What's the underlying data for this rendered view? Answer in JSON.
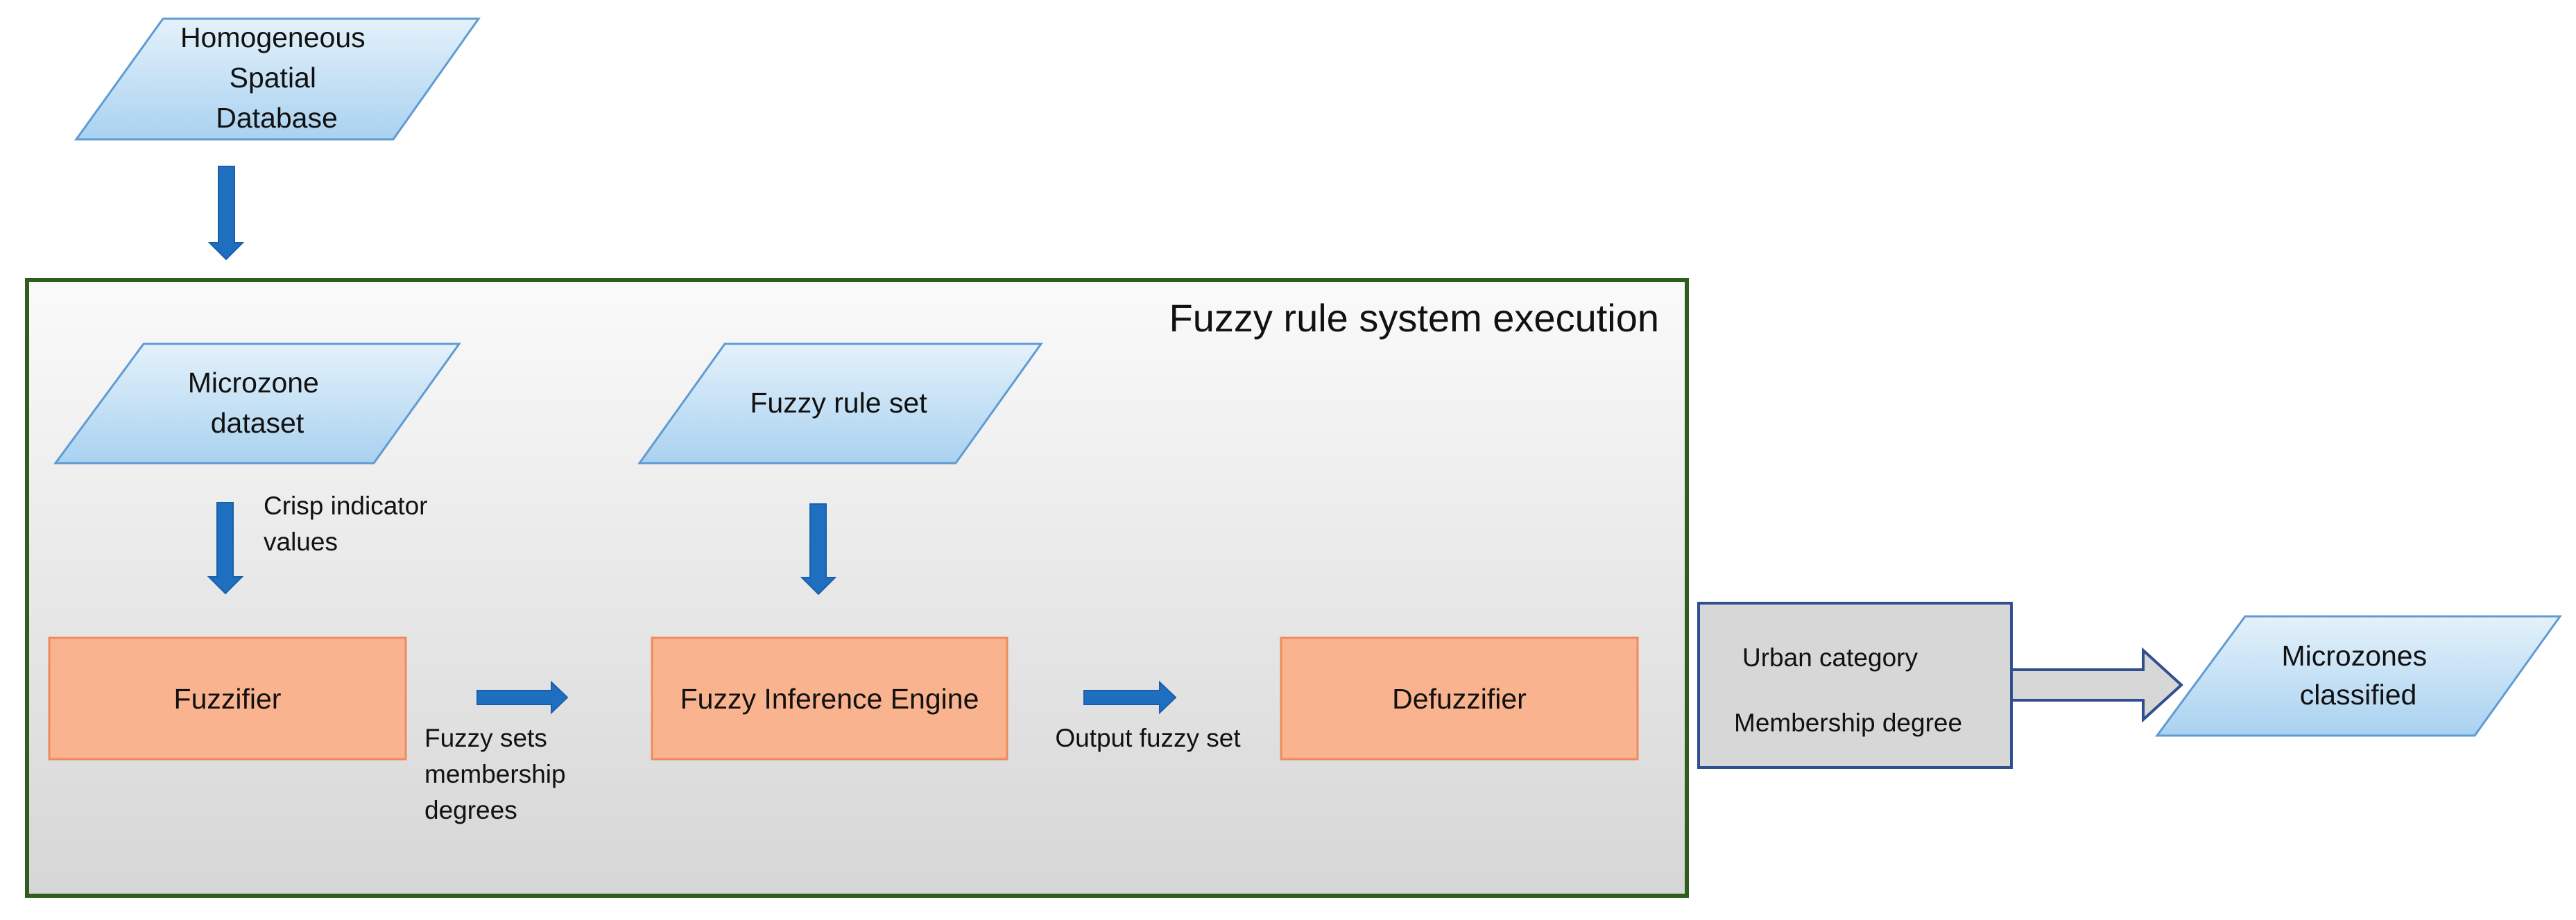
{
  "colors": {
    "data_fill_light": "#e4f1fb",
    "data_fill_dark": "#a9d2f0",
    "data_stroke": "#5f9bd3",
    "process_fill": "#f9b38f",
    "process_stroke": "#ee8b5d",
    "frame_stroke": "#2f5d1e",
    "frame_fill_top": "#fafafa",
    "frame_fill_bottom": "#d6d6d6",
    "arrow_blue": "#1f6fc0",
    "output_fill": "#d7d7d7",
    "output_stroke": "#2f4f8f"
  },
  "database": {
    "lines": [
      "Homogeneous",
      "Spatial",
      "Database"
    ]
  },
  "frame": {
    "title": "Fuzzy rule system execution"
  },
  "microzone_dataset": {
    "lines": [
      "Microzone",
      "dataset"
    ]
  },
  "rule_set": {
    "label": "Fuzzy rule set"
  },
  "crisp_values": {
    "lines": [
      "Crisp indicator",
      "values"
    ]
  },
  "fuzzifier": {
    "label": "Fuzzifier"
  },
  "fuzzy_sets": {
    "lines": [
      "Fuzzy sets",
      "membership",
      "degrees"
    ]
  },
  "inference_engine": {
    "label": "Fuzzy Inference Engine"
  },
  "output_fuzzy_set": {
    "label": "Output fuzzy set"
  },
  "defuzzifier": {
    "label": "Defuzzifier"
  },
  "result_box": {
    "line1": "Urban category",
    "line2": "Membership degree"
  },
  "microzones_classified": {
    "lines": [
      "Microzones",
      "classified"
    ]
  }
}
